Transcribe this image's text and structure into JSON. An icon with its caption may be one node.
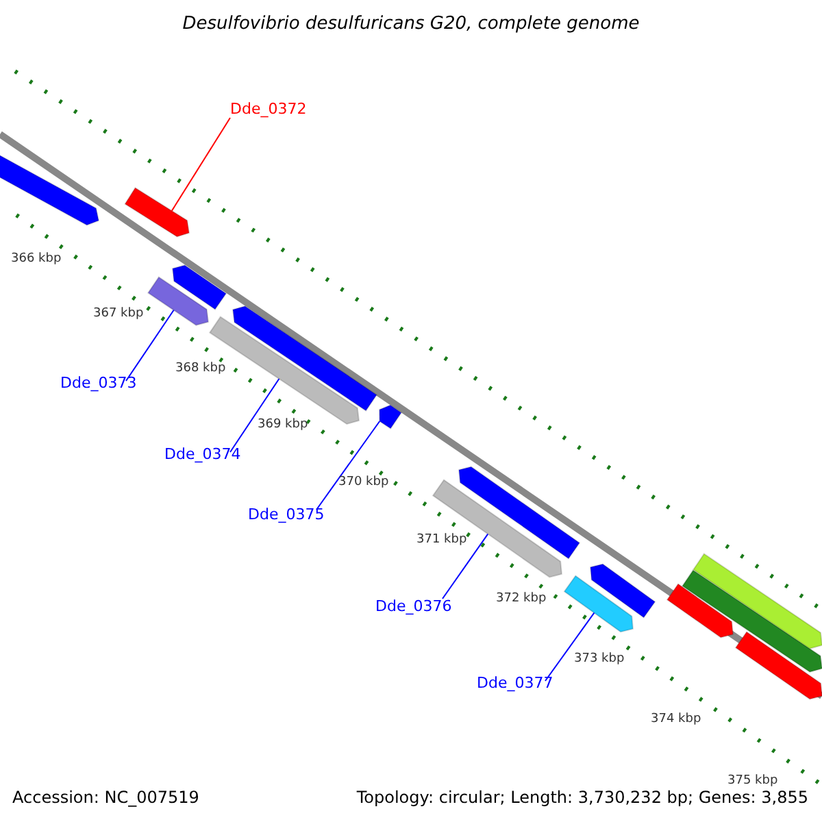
{
  "diagram": {
    "title": "Desulfovibrio desulfuricans G20, complete genome",
    "nodes": [
      {
        "text": [
          "Dde_0372"
        ]
      },
      {
        "text": [
          "Dde_0373"
        ]
      },
      {
        "text": [
          "Dde_0374"
        ]
      },
      {
        "text": [
          "Dde_0375"
        ]
      },
      {
        "text": [
          "Dde_0376"
        ]
      },
      {
        "text": [
          "Dde_0377"
        ]
      },
      {
        "text": [],
        "shape": "bar"
      },
      {
        "text": [],
        "shape": "bar"
      },
      {
        "text": [],
        "shape": "bar"
      },
      {
        "text": [],
        "shape": "bar"
      },
      {
        "text": [],
        "shape": "bar"
      },
      {
        "text": [],
        "shape": "bar"
      },
      {
        "text": [],
        "shape": "bar"
      },
      {
        "text": [],
        "shape": "bar"
      },
      {
        "text": [],
        "shape": "bar"
      },
      {
        "text": [],
        "shape": "bar"
      },
      {
        "text": [],
        "shape": "bar"
      },
      {
        "text": [],
        "shape": "bar"
      },
      {
        "text": [],
        "shape": "bar"
      },
      {
        "text": [],
        "shape": "bar"
      },
      {
        "text": [],
        "shape": "bar"
      }
    ],
    "edges": [
      {
        "from": 0,
        "to": 7,
        "arrow": "none",
        "color": "#ff0000"
      },
      {
        "from": 1,
        "to": 8,
        "arrow": "none"
      },
      {
        "from": 2,
        "to": 10,
        "arrow": "none"
      },
      {
        "from": 3,
        "to": 12,
        "arrow": "none"
      },
      {
        "from": 4,
        "to": 13,
        "arrow": "none"
      },
      {
        "from": 5,
        "to": 15,
        "arrow": "none"
      }
    ],
    "labels": [
      "366 kbp",
      "367 kbp",
      "368 kbp",
      "369 kbp",
      "370 kbp",
      "371 kbp",
      "372 kbp",
      "373 kbp",
      "374 kbp",
      "375 kbp",
      "Accession: NC_007519",
      "Topology: circular; Length: 3,730,232 bp; Genes: 3,855"
    ]
  }
}
